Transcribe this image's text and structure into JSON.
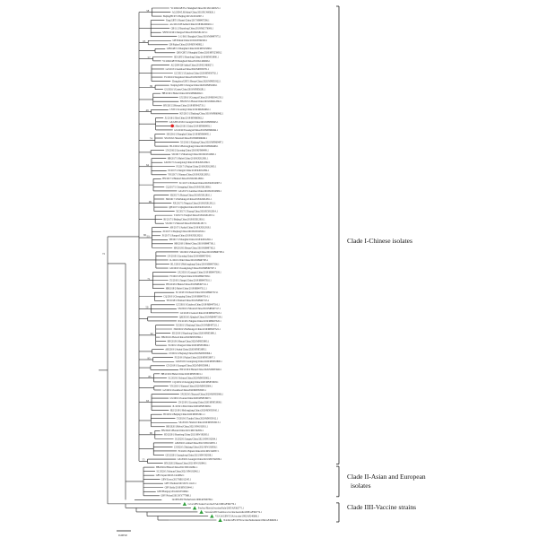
{
  "clades": [
    {
      "id": "clade-1",
      "label": "Clade I-Chinese isolates"
    },
    {
      "id": "clade-2",
      "label_line1": "Clade II-Asian and European",
      "label_line2": "isolates"
    },
    {
      "id": "clade-3",
      "label": "Clade IIII-Vaccine strains"
    }
  ],
  "scale_bar": {
    "label": "0.0050"
  },
  "bootstraps": [
    "58",
    "65",
    "57",
    "99",
    "49",
    "74",
    "64",
    "99",
    "53",
    "71",
    "50",
    "62",
    "95",
    "85",
    "63",
    "96",
    "55",
    "73",
    "89",
    "70",
    "58",
    "51",
    "93",
    "52",
    "61",
    "100",
    "68",
    "98",
    "60",
    "62",
    "100",
    "62",
    "98",
    "100",
    "69",
    "79",
    "81",
    "90",
    "93",
    "87",
    "53",
    "100",
    "66",
    "72"
  ],
  "leaf_labels": [
    "YC2004/GBT3-1/Shanghai/China/2013/KC460525.1",
    "AG/2004/LH/Anhui/China/2010/KC460626.1",
    "Beijing/BJ/07/1/Beijing/2015/KX812897.1",
    "Yang/GBT/1/Shanxi/China/2017/MH497296.1",
    "AG/2012/LH/Anhui/China/2018/MG800491.1",
    "GB/11/2/Shandong/China/2018/MG576006.1",
    "SH/NJ/2016/1/Jiangsu/China/2018/KX812215.1",
    "L-G/06/1/Shanghai/China/2019/MH497975.1",
    "GB/Wuhan/China/2019/KY094560.1",
    "GB/Fujian/China/2019/MN540882.1",
    "GHS/GBT/1/Shanghai/China/2020/MT025808.1",
    "GHS/GBT/1/Shanghai/China/2020/MT025808.2",
    "SD/GBT/1/Shandong/China/2019/MN853890.1",
    "YC2004/GBT3/Shanghai/China/2019/KC460626.1",
    "AG/2004/LH/Anhui/China/2019/KC460627.1",
    "GZ/2015/1/Guizhou/China/2020/MN850781.1",
    "GZ/2015/1/Guizhou/China/2020/MN850782.1",
    "TS/2016/2/Tangshan/China/2019/MT087765.1",
    "Zhengzhou/GBT/1/Henan/China/2020/MN850322.1",
    "Nanjing/GBT/1/Jiangsu/China/2020/MN850206.1",
    "GS/2016/1/Gansu/China/2019/MN856281.1",
    "HB/2016/1/Hebei/China/2019/MN840602.1",
    "GX/2016/1/Guangxi/China/2019/MK941250.1",
    "HN/2015/1/Henan/China/2019/MK912802.1",
    "HN/2015/2/Henan/China/2019/MN842733.1",
    "LNW/1/Liaoning/China/2019/MK804962.1",
    "HZ/2015/1/Zhejiang/China/2019/MN860962.1",
    "JL/2016/1/Jilin/China/2019/MN860962.2",
    "GX/GBT/2016/1/Guangxi/China/2019/MN860945.1",
    "CC/Jilin/2016/1/China/2019/MN969493.1",
    "GX/2016/3/Guangxi/China/2019/MN969494.1",
    "SH/2016/1/Shanghai/China/2018/MN969495.1",
    "SN/2016/1/Shaanxi/China/2018/MN969496.1",
    "XJ/2016/1/Xinjiang/China/2018/MN969497.1",
    "HLJ/2016/1/Heilongjiang/China/2018/MN969498.1",
    "LN/2016/2/Liaoning/China/2018/KF969499.1",
    "SD/2017/1/Shandong/China/2018/KX812800.1",
    "HB/2017/1/Hubei/China/2018/KX812801.1",
    "GD/2017/1/Guangdong/China/2018/KX812802.1",
    "FJ/2017/1/Fujian/China/2018/KX812803.1",
    "JX/2017/1/Jiangxi/China/2018/KX812804.1",
    "YN/2017/1/Yunnan/China/2018/KX812805.1",
    "HN/2017/1/Hunan/China/2018/KX812806.1",
    "SC/2017/1/Sichuan/China/2018/KX812807.1",
    "CQ/2017/1/Chongqing/China/2018/KX812808.1",
    "GZ/2017/1/Guizhou/China/2018/KX812809.1",
    "HI/2017/1/Hainan/China/2018/KX812810.1",
    "NM/2017/1/NeiMongol/China/2018/KX812811.1",
    "NX/2017/1/Ningxia/China/2018/KX812812.1",
    "QH/2017/1/Qinghai/China/2018/KX812813.1",
    "XZ/2017/1/Xizang/China/2018/KX812814.1",
    "TJ/2017/1/Tianjin/China/2018/KX812815.1",
    "BJ/2017/1/Beijing/China/2018/KX812816.1",
    "SX/2017/1/Shanxi/China/2018/KX812817.1",
    "AH/2017/1/Anhui/China/2018/KX812818.1",
    "ZJ/2017/1/Zhejiang/China/2018/KX812819.1",
    "JS/2017/1/Jiangsu/China/2018/KX812820.1",
    "SH/2017/1/Shanghai/China/2018/KX812821.1",
    "HB/2018/1/Hebei/China/2019/MH497301.1",
    "HN/2018/1/Henan/China/2019/MH497302.1",
    "SD/2018/1/Shandong/China/2019/MH497303.1",
    "LN/2018/1/Liaoning/China/2019/MH497304.1",
    "JL/2018/1/Jilin/China/2019/MH497305.1",
    "HLJ/2018/1/Heilongjiang/China/2019/MH497306.1",
    "GD/2018/1/Guangdong/China/2019/MH497307.1",
    "GX/2018/1/Guangxi/China/2019/MH497308.1",
    "FJ/2018/1/Fujian/China/2019/MH497309.1",
    "JX/2018/1/Jiangxi/China/2019/MH497310.1",
    "HN/2018/2/Hunan/China/2019/MH497311.1",
    "HB/2018/2/Hubei/China/2019/MH497312.1",
    "SC/2018/1/Sichuan/China/2019/MH497313.1",
    "CQ/2018/1/Chongqing/China/2019/MH497314.1",
    "YN/2018/1/Yunnan/China/2019/MH497315.1",
    "GZ/2018/1/Guizhou/China/2019/MH497316.1",
    "SN/2018/1/Shaanxi/China/2019/MH497317.1",
    "GS/2018/1/Gansu/China/2019/MH497318.1",
    "QH/2018/1/Qinghai/China/2019/MH497319.1",
    "NX/2018/1/Ningxia/China/2019/MH497320.1",
    "XJ/2018/1/Xinjiang/China/2019/MH497321.1",
    "NM/2018/1/NeiMongol/China/2019/MH497322.1",
    "SD/2019/1/Shandong/China/2020/MN853891.1",
    "HB/2019/1/Hebei/China/2020/MN853892.1",
    "HN/2019/1/Henan/China/2020/MN853893.1",
    "JS/2019/1/Jiangsu/China/2020/MN853894.1",
    "AH/2019/1/Anhui/China/2020/MN853895.1",
    "ZJ/2019/1/Zhejiang/China/2020/MN853896.1",
    "FJ/2019/1/Fujian/China/2020/MN853897.1",
    "GD/2019/1/Guangdong/China/2020/MN853898.1",
    "GX/2019/1/Guangxi/China/2020/MN853899.1",
    "HN/2019/2/Hunan/China/2020/MN853900.1",
    "HB/2019/2/Hubei/China/2020/MN853901.1",
    "SC/2019/1/Sichuan/China/2020/MN853902.1",
    "CQ/2019/1/Chongqing/China/2020/MN853903.1",
    "YN/2019/1/Yunnan/China/2020/MN853904.1",
    "GZ/2019/1/Guizhou/China/2020/MN853905.1",
    "SN/2019/1/Shaanxi/China/2020/MN853906.1",
    "GS/2019/1/Gansu/China/2020/MN853907.1",
    "LN/2019/1/Liaoning/China/2020/MN853908.1",
    "JL/2019/1/Jilin/China/2020/MN853909.1",
    "HLJ/2019/1/Heilongjiang/China/2020/MN853910.1",
    "BJ/2019/1/Beijing/China/2020/MN853911.1",
    "TJ/2019/1/Tianjin/China/2020/MN853912.1",
    "SX/2019/1/Shanxi/China/2020/MN853913.1",
    "HB/2020/1/Hebei/China/2021/MW192831.1",
    "HN/2020/1/Henan/China/2021/MW192832.1",
    "SD/2020/1/Shandong/China/2021/MW192833.1",
    "JS/2020/1/Jiangsu/China/2021/MW192834.1",
    "AH/2020/1/Anhui/China/2021/MW192835.1",
    "ZJ/2020/1/Zhejiang/China/2021/MW192836.1",
    "FJ/2020/1/Fujian/China/2021/MW192837.1",
    "GD/2020/1/Guangdong/China/2021/MW192838.1",
    "GX/2020/1/Guangxi/China/2021/MW192839.1",
    "HN/2020/2/Hunan/China/2021/MW192840.1",
    "HB/2020/2/Hubei/China/2021/MW192841.1",
    "SC/2020/1/Sichuan/China/2021/MW192842.1",
    "GBV/Japan/2016/LC424862.1",
    "GBV/Korea/2017/MK012345.1",
    "GBV/Thailand/2015/KY111222.1",
    "GBV/India/2018/MN333444.1",
    "GBV/Hungary/2014/KX555666.1",
    "GBV/Poland/2015/KY777888.1",
    "Gbr98/GBV/Netherlands/1998/AF006789.1",
    "Ceva/GBV/Lukert/vaccine/USA/1989/AF362776.1",
    "Poulvac/Mercial/vaccine/Italy/2005/AF362775.1",
    "Vaxsafe/GBV/Gumboro/vaccine/Australia/2008/AF362774.1",
    "VG/GA/GBV/USA/vaccine/1992/AF240686.1",
    "Nobilis/GBV/D78/vaccine/Netherlands/1994/AF499929.1"
  ]
}
